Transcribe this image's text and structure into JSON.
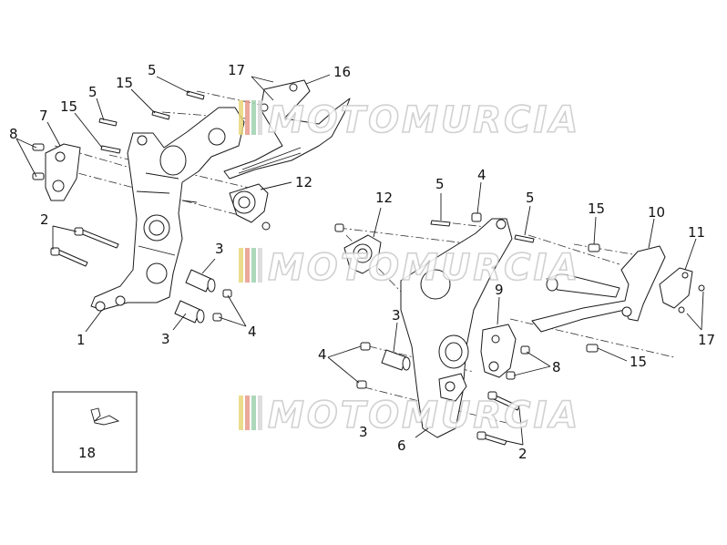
{
  "watermark": {
    "text": "MOTOMURCIA",
    "stripe_colors": [
      "#e8d77a",
      "#e89a8a",
      "#9fd2b0",
      "#d8d8d8"
    ]
  },
  "callouts": [
    {
      "id": "c8L",
      "text": "8"
    },
    {
      "id": "c7",
      "text": "7"
    },
    {
      "id": "c15a",
      "text": "15"
    },
    {
      "id": "c5a",
      "text": "5"
    },
    {
      "id": "c15b",
      "text": "15"
    },
    {
      "id": "c5b",
      "text": "5"
    },
    {
      "id": "c17a",
      "text": "17"
    },
    {
      "id": "c16",
      "text": "16"
    },
    {
      "id": "c12a",
      "text": "12"
    },
    {
      "id": "c2a",
      "text": "2"
    },
    {
      "id": "c3a",
      "text": "3"
    },
    {
      "id": "c3b",
      "text": "3"
    },
    {
      "id": "c4a",
      "text": "4"
    },
    {
      "id": "c1",
      "text": "1"
    },
    {
      "id": "c12b",
      "text": "12"
    },
    {
      "id": "c5c",
      "text": "5"
    },
    {
      "id": "c4b",
      "text": "4"
    },
    {
      "id": "c5d",
      "text": "5"
    },
    {
      "id": "c15c",
      "text": "15"
    },
    {
      "id": "c10",
      "text": "10"
    },
    {
      "id": "c11",
      "text": "11"
    },
    {
      "id": "c9",
      "text": "9"
    },
    {
      "id": "c17b",
      "text": "17"
    },
    {
      "id": "c3c",
      "text": "3"
    },
    {
      "id": "c4c",
      "text": "4"
    },
    {
      "id": "c8R",
      "text": "8"
    },
    {
      "id": "c15d",
      "text": "15"
    },
    {
      "id": "c3d",
      "text": "3"
    },
    {
      "id": "c6",
      "text": "6"
    },
    {
      "id": "c2b",
      "text": "2"
    },
    {
      "id": "c18",
      "text": "18"
    }
  ]
}
